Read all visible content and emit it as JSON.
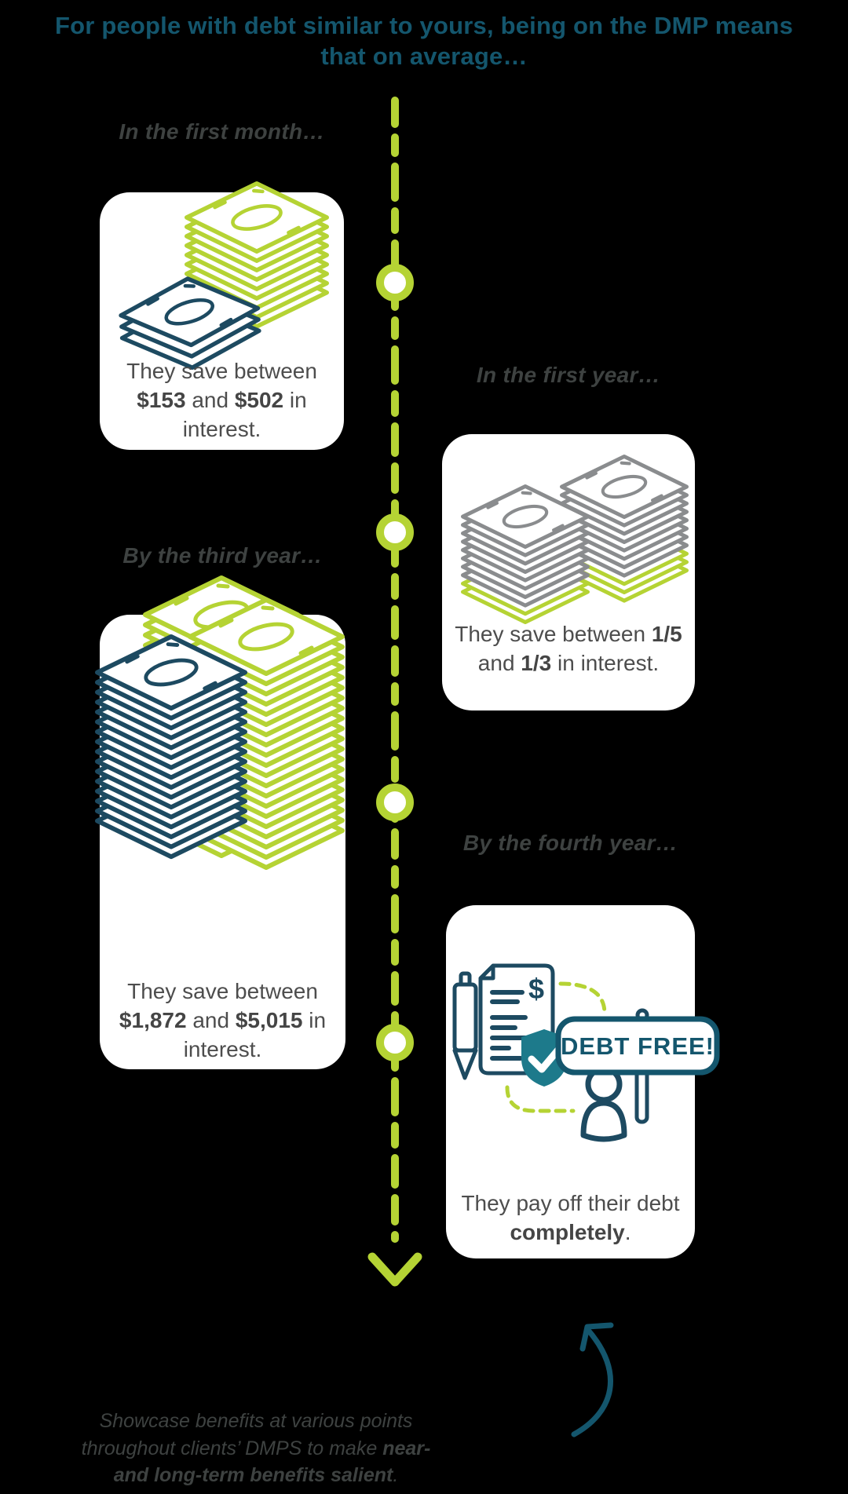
{
  "title": "For people with debt similar to yours, being on the DMP means that on average…",
  "cards": [
    {
      "label": "In the first month…",
      "text": {
        "pre": "They save between ",
        "bold1": "$153",
        "mid": " and ",
        "bold2": "$502",
        "post": " in interest."
      }
    },
    {
      "label": "In the first year…",
      "text": {
        "pre": "They save between ",
        "bold1": "1/5",
        "mid": " and ",
        "bold2": "1/3",
        "post": " in interest."
      }
    },
    {
      "label": "By the third year…",
      "text": {
        "pre": "They save between ",
        "bold1": "$1,872",
        "mid": " and ",
        "bold2": "$5,015",
        "post": " in interest."
      }
    },
    {
      "label": "By the fourth year…",
      "text": {
        "pre": "They pay off their debt ",
        "bold1": "completely",
        "mid": "",
        "bold2": "",
        "post": "."
      }
    }
  ],
  "debt_free_sign": "DEBT FREE!",
  "document_dollar": "$",
  "footnote": {
    "pre": "Showcase benefits at various points throughout clients’ DMPS to make ",
    "bold": "near- and long-term benefits salient",
    "post": "."
  },
  "colors": {
    "background": "#000000",
    "card": "#ffffff",
    "lime": "#b5d334",
    "teal": "#14566d",
    "navy": "#1d4a61",
    "stack_gray": "#8a8c8e",
    "shield_teal": "#1d7a8b",
    "label_gray": "#3e4241",
    "body_gray": "#4d4d4d"
  }
}
